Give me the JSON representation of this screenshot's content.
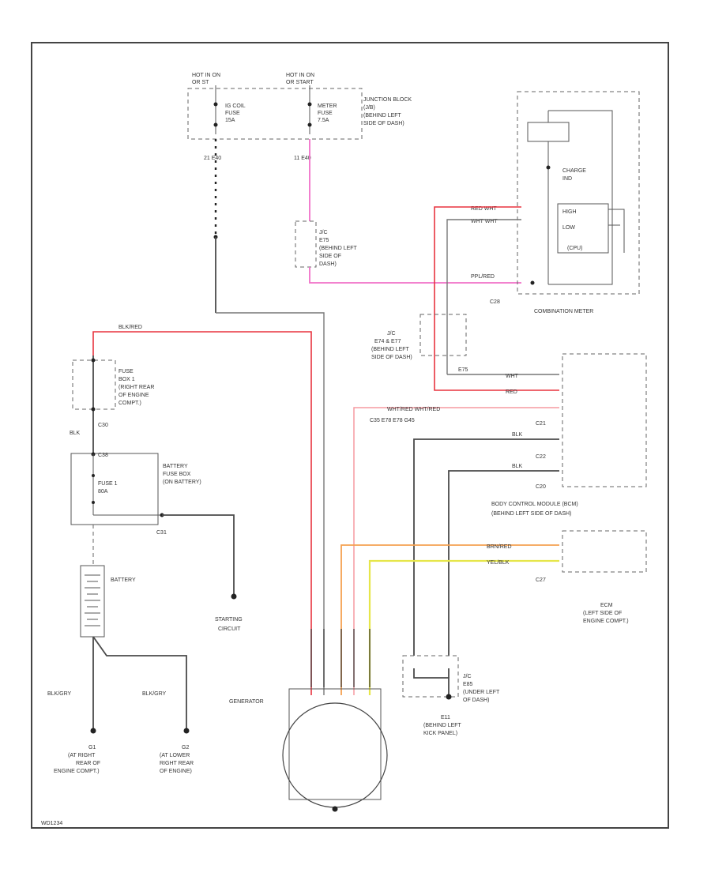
{
  "labels": {
    "hot_in_on_1": "HOT IN ON",
    "hot_in_on_1b": "OR ST",
    "hot_in_on_2": "HOT IN ON",
    "hot_in_on_2b": "OR START",
    "ig_coil_fuse": [
      "IG COIL",
      "FUSE",
      "15A"
    ],
    "meter_fuse": [
      "METER",
      "FUSE",
      "7.5A"
    ],
    "junction_block": [
      "JUNCTION BLOCK",
      "(J/B)",
      "(BEHIND LEFT",
      "SIDE OF DASH)"
    ],
    "conn_left": "21 E40",
    "conn_mid": "11 E40",
    "jc_e75": [
      "J/C",
      "E75",
      "(BEHIND LEFT",
      "SIDE OF",
      "DASH)"
    ],
    "charge_ind": [
      "CHARGE",
      "IND"
    ],
    "high": "HIGH",
    "low": "LOW",
    "cpu": "(CPU)",
    "comb_meter": "COMBINATION METER",
    "red_wht": "RED WHT",
    "wht_wht": "WHT WHT",
    "ppl_red": "PPL/RED",
    "c28": "C28",
    "jc_e74": [
      "J/C",
      "E74 & E77",
      "(BEHIND LEFT",
      "SIDE OF DASH)"
    ],
    "e75": "E75",
    "wht": "WHT",
    "red": "RED",
    "blk_red": "BLK/RED",
    "fuse_box1": [
      "FUSE",
      "BOX 1",
      "(RIGHT REAR",
      "OF ENGINE",
      "COMPT.)"
    ],
    "c30": "C30",
    "blk": "BLK",
    "c38": "C38",
    "battery_fuse_box": [
      "BATTERY",
      "FUSE BOX",
      "(ON BATTERY)"
    ],
    "fuse1": [
      "FUSE 1",
      "80A"
    ],
    "c31": "C31",
    "battery": "BATTERY",
    "starting_circuit": [
      "STARTING",
      "CIRCUIT"
    ],
    "wht_red_row": "C35   E78   E78   G45",
    "wht_red_labels": "WHT/RED     WHT/RED",
    "c21": "C21",
    "c22": "C22",
    "c20": "C20",
    "bcm": [
      "BODY CONTROL MODULE (BCM)",
      "(BEHIND LEFT SIDE OF DASH)"
    ],
    "brn_red": "BRN/RED",
    "yel_blk": "YEL/BLK",
    "c27": "C27",
    "ecm": [
      "ECM",
      "(LEFT SIDE OF",
      "ENGINE COMPT.)"
    ],
    "jc_e85": [
      "J/C",
      "E85",
      "(UNDER LEFT",
      "OF DASH)"
    ],
    "e11": [
      "E11",
      "(BEHIND LEFT",
      "KICK PANEL)"
    ],
    "generator": "GENERATOR",
    "blk_gry_1": "BLK/GRY",
    "blk_gry_2": "BLK/GRY",
    "g1": [
      "G1",
      "(AT RIGHT",
      "REAR OF",
      "ENGINE COMPT.)"
    ],
    "g2": [
      "G2",
      "(AT LOWER",
      "RIGHT REAR",
      "OF ENGINE)"
    ],
    "footer_code": "WD1234"
  }
}
